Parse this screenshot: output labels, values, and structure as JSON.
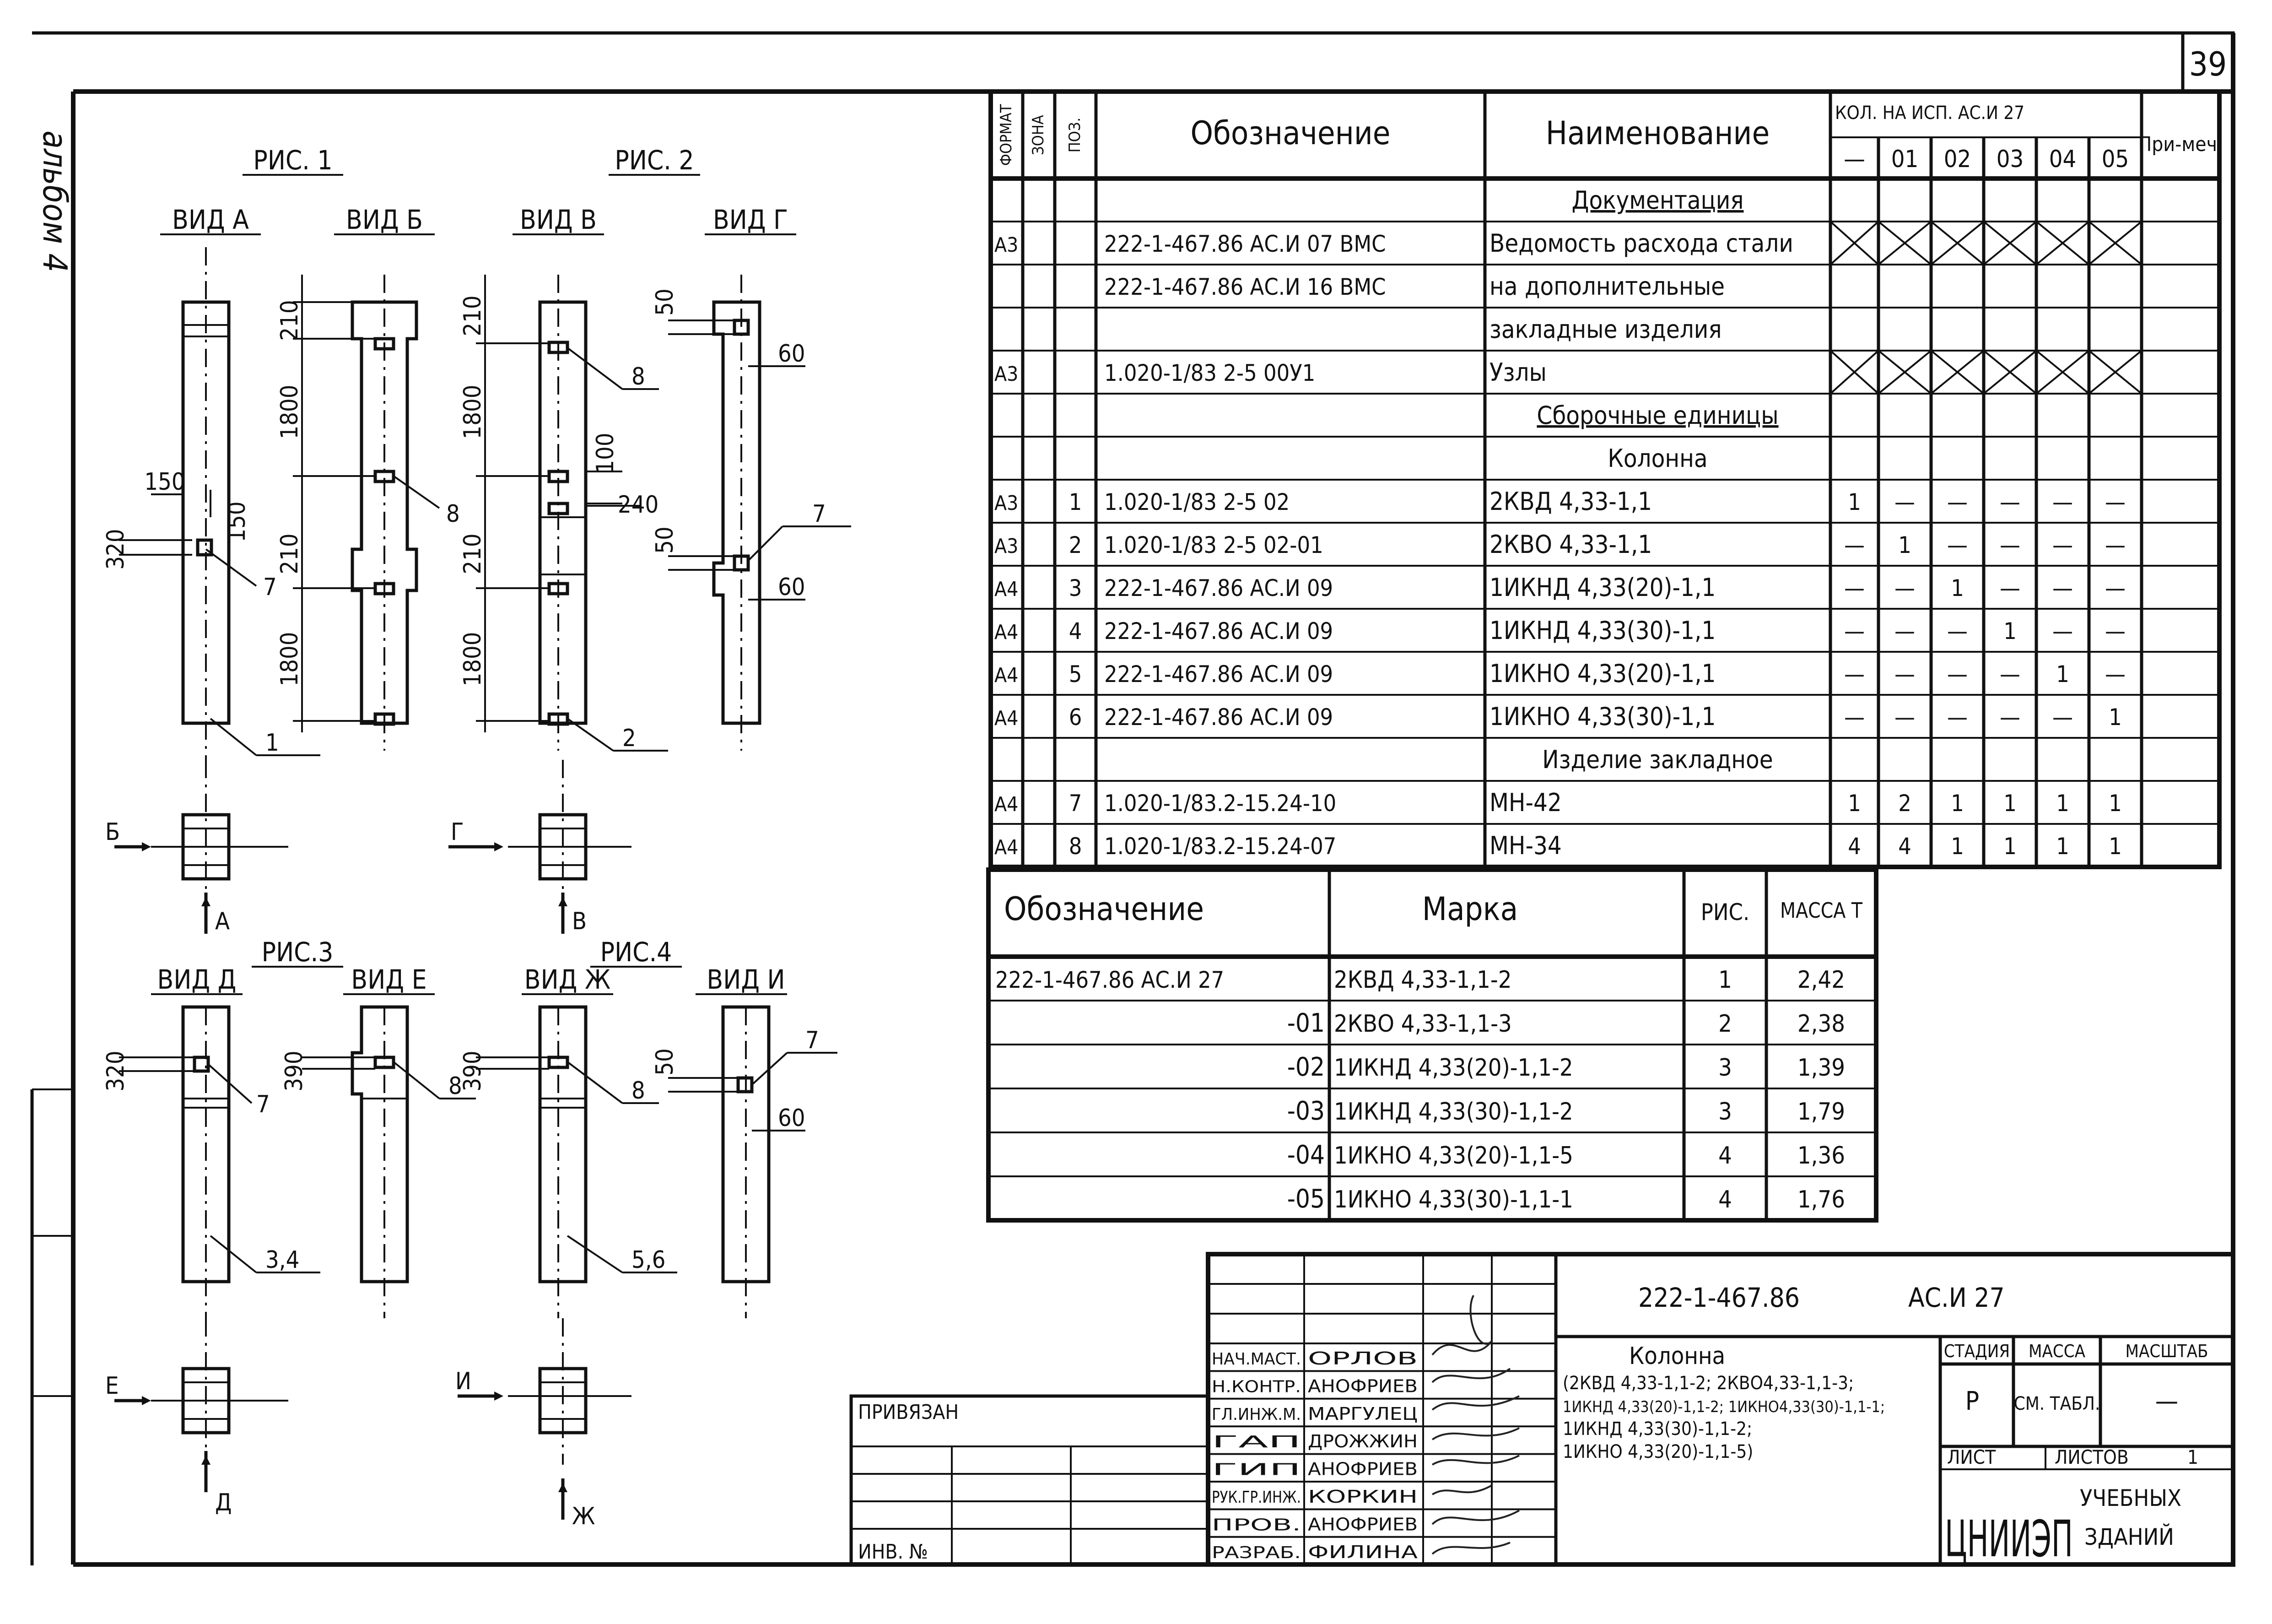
{
  "sheet_number": "39",
  "album_label": "альбом 4",
  "figures": {
    "fig1": "РИС. 1",
    "fig2": "РИС. 2",
    "fig3": "РИС.3",
    "fig4": "РИС.4",
    "views": {
      "a": "ВИД А",
      "b": "ВИД Б",
      "v": "ВИД В",
      "g": "ВИД Г",
      "d": "ВИД Д",
      "e": "ВИД Е",
      "zh": "ВИД Ж",
      "i": "ВИД И"
    },
    "dims": {
      "d210": "210",
      "d1800": "1800",
      "d150": "150",
      "d320": "320",
      "d100": "100",
      "d240": "240",
      "d50": "50",
      "d60": "60",
      "d390": "390"
    },
    "leaders": {
      "p1": "1",
      "p2": "2",
      "p7": "7",
      "p8": "8",
      "p34": "3,4",
      "p56": "5,6"
    },
    "section_marks": {
      "b": "Б",
      "a": "А",
      "g": "Г",
      "v": "В",
      "e": "Е",
      "d": "Д",
      "i": "И",
      "zh": "Ж"
    }
  },
  "spec_table": {
    "headers": {
      "format": "ФОРМАТ",
      "zone": "ЗОНА",
      "pos": "ПОЗ.",
      "designation": "Обозначение",
      "name": "Наименование",
      "qty_group": "КОЛ. НА ИСП. АС.И 27",
      "qty_cols": [
        "—",
        "01",
        "02",
        "03",
        "04",
        "05"
      ],
      "note": "При-меч."
    },
    "rows": [
      {
        "fmt": "",
        "pos": "",
        "des": "",
        "name": "Документация",
        "q": [
          "",
          "",
          "",
          "",
          "",
          ""
        ],
        "type": "section"
      },
      {
        "fmt": "А3",
        "pos": "",
        "des": "222-1-467.86     АС.И 07 ВМС",
        "name": "Ведомость расхода стали",
        "q": [
          "",
          "",
          "",
          "",
          "",
          ""
        ],
        "type": "cross"
      },
      {
        "fmt": "",
        "pos": "",
        "des": "222-1-467.86     АС.И 16 ВМС",
        "name": "на дополнительные",
        "q": [
          "",
          "",
          "",
          "",
          "",
          ""
        ],
        "type": "plain"
      },
      {
        "fmt": "",
        "pos": "",
        "des": "",
        "name": "закладные изделия",
        "q": [
          "",
          "",
          "",
          "",
          "",
          ""
        ],
        "type": "plain"
      },
      {
        "fmt": "А3",
        "pos": "",
        "des": "1.020-1/83   2-5 00У1",
        "name": "Узлы",
        "q": [
          "",
          "",
          "",
          "",
          "",
          ""
        ],
        "type": "cross"
      },
      {
        "fmt": "",
        "pos": "",
        "des": "",
        "name": "Сборочные единицы",
        "q": [
          "",
          "",
          "",
          "",
          "",
          ""
        ],
        "type": "section"
      },
      {
        "fmt": "",
        "pos": "",
        "des": "",
        "name": "Колонна",
        "q": [
          "",
          "",
          "",
          "",
          "",
          ""
        ],
        "type": "center"
      },
      {
        "fmt": "А3",
        "pos": "1",
        "des": "1.020-1/83   2-5   02",
        "name": "2КВД 4,33-1,1",
        "q": [
          "1",
          "—",
          "—",
          "—",
          "—",
          "—"
        ],
        "type": "plain"
      },
      {
        "fmt": "А3",
        "pos": "2",
        "des": "1.020-1/83   2-5   02-01",
        "name": "2КВО 4,33-1,1",
        "q": [
          "—",
          "1",
          "—",
          "—",
          "—",
          "—"
        ],
        "type": "plain"
      },
      {
        "fmt": "А4",
        "pos": "3",
        "des": "222-1-467.86      АС.И 09",
        "name": "1ИКНД 4,33(20)-1,1",
        "q": [
          "—",
          "—",
          "1",
          "—",
          "—",
          "—"
        ],
        "type": "plain"
      },
      {
        "fmt": "А4",
        "pos": "4",
        "des": "222-1-467.86      АС.И 09",
        "name": "1ИКНД 4,33(30)-1,1",
        "q": [
          "—",
          "—",
          "—",
          "1",
          "—",
          "—"
        ],
        "type": "plain"
      },
      {
        "fmt": "А4",
        "pos": "5",
        "des": "222-1-467.86      АС.И 09",
        "name": "1ИКНО 4,33(20)-1,1",
        "q": [
          "—",
          "—",
          "—",
          "—",
          "1",
          "—"
        ],
        "type": "plain"
      },
      {
        "fmt": "А4",
        "pos": "6",
        "des": "222-1-467.86      АС.И 09",
        "name": "1ИКНО 4,33(30)-1,1",
        "q": [
          "—",
          "—",
          "—",
          "—",
          "—",
          "1"
        ],
        "type": "plain"
      },
      {
        "fmt": "",
        "pos": "",
        "des": "",
        "name": "Изделие закладное",
        "q": [
          "",
          "",
          "",
          "",
          "",
          ""
        ],
        "type": "center"
      },
      {
        "fmt": "А4",
        "pos": "7",
        "des": "1.020-1/83.2-15.24-10",
        "name": "МН-42",
        "q": [
          "1",
          "2",
          "1",
          "1",
          "1",
          "1"
        ],
        "type": "plain"
      },
      {
        "fmt": "А4",
        "pos": "8",
        "des": "1.020-1/83.2-15.24-07",
        "name": "МН-34",
        "q": [
          "4",
          "4",
          "1",
          "1",
          "1",
          "1"
        ],
        "type": "plain"
      }
    ]
  },
  "mark_table": {
    "headers": {
      "designation": "Обозначение",
      "mark": "Марка",
      "fig": "РИС.",
      "mass": "МАССА Т"
    },
    "rows": [
      {
        "des": "222-1-467.86     АС.И 27",
        "mark": "2КВД 4,33-1,1-2",
        "fig": "1",
        "mass": "2,42"
      },
      {
        "des": "-01",
        "mark": "2КВО 4,33-1,1-3",
        "fig": "2",
        "mass": "2,38"
      },
      {
        "des": "-02",
        "mark": "1ИКНД 4,33(20)-1,1-2",
        "fig": "3",
        "mass": "1,39"
      },
      {
        "des": "-03",
        "mark": "1ИКНД 4,33(30)-1,1-2",
        "fig": "3",
        "mass": "1,79"
      },
      {
        "des": "-04",
        "mark": "1ИКНО 4,33(20)-1,1-5",
        "fig": "4",
        "mass": "1,36"
      },
      {
        "des": "-05",
        "mark": "1ИКНО 4,33(30)-1,1-1",
        "fig": "4",
        "mass": "1,76"
      }
    ]
  },
  "title_block": {
    "doc_code": "222-1-467.86",
    "doc_suffix": "АС.И 27",
    "title": "Колонна",
    "subtitle_lines": [
      "(2КВД 4,33-1,1-2; 2КВО4,33-1,1-3;",
      "1ИКНД 4,33(20)-1,1-2; 1ИКНО4,33(30)-1,1-1;",
      "1ИКНД 4,33(30)-1,1-2;",
      "1ИКНО 4,33(20)-1,1-5)"
    ],
    "stage_label": "СТАДИЯ",
    "mass_label": "МАССА",
    "scale_label": "МАСШТАБ",
    "stage": "Р",
    "mass": "СМ. ТАБЛ.",
    "scale": "—",
    "sheet_label": "ЛИСТ",
    "sheets_label": "ЛИСТОВ",
    "sheets": "1",
    "org_logo": "ЦНИИЭП",
    "org_line1": "УЧЕБНЫХ",
    "org_line2": "ЗДАНИЙ",
    "privyazan": "ПРИВЯЗАН",
    "inv": "ИНВ. №",
    "staff": [
      {
        "role": "НАЧ.МАСТ.",
        "name": "ОРЛОВ"
      },
      {
        "role": "Н.КОНТР.",
        "name": "АНОФРИЕВ"
      },
      {
        "role": "ГЛ.ИНЖ.М.",
        "name": "МАРГУЛЕЦ"
      },
      {
        "role": "ГАП",
        "name": "ДРОЖЖИН"
      },
      {
        "role": "ГИП",
        "name": "АНОФРИЕВ"
      },
      {
        "role": "РУК.ГР.ИНЖ.",
        "name": "КОРКИН"
      },
      {
        "role": "ПРОВ.",
        "name": "АНОФРИЕВ"
      },
      {
        "role": "РАЗРАБ.",
        "name": "ФИЛИНА"
      }
    ]
  }
}
